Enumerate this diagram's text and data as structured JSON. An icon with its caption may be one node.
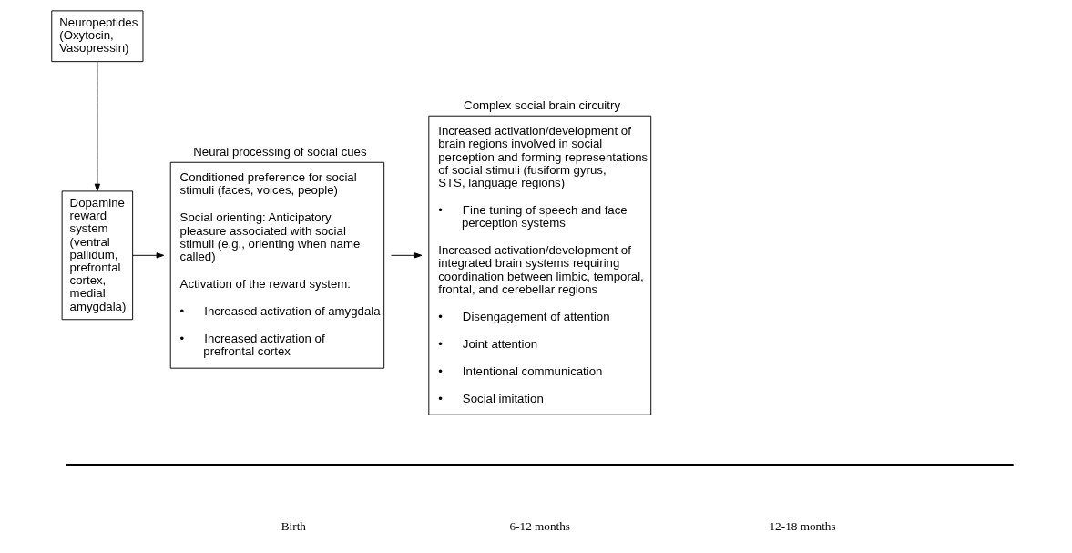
{
  "diagram": {
    "nodes": [
      {
        "text": [
          "Neuropeptides (Oxytocin, Vasopressin)"
        ]
      },
      {
        "text": [
          "Dopamine reward system (ventral pallidum, prefrontal cortex, medial amygdala)"
        ]
      },
      {
        "text": [
          "Neural processing of social cues",
          "Conditioned preference for social stimuli (faces, voices, people)",
          "Social orienting: Anticipatory pleasure associated with social stimuli (e.g., orienting when name called)",
          "Activation of the reward system:",
          "• Increased activation of amygdala",
          "• Increased activation of prefrontal cortex"
        ]
      },
      {
        "text": [
          "Complex social brain circuitry",
          "Increased activation/development of brain regions involved in social perception and forming representations of social stimuli (fusiform gyrus, STS, language regions)",
          "• Fine tuning of speech and face perception systems",
          "Increased activation/development of integrated brain systems requiring coordination between limbic, temporal, frontal, and cerebellar regions",
          "• Disengagement of attention",
          "• Joint attention",
          "• Intentional communication",
          "• Social imitation"
        ]
      }
    ],
    "edges": [
      {
        "from": 0,
        "to": 1,
        "arrow": "to"
      },
      {
        "from": 1,
        "to": 2,
        "arrow": "to"
      },
      {
        "from": 2,
        "to": 3,
        "arrow": "to"
      }
    ],
    "labels": [
      "Birth",
      "6-12 months",
      "12-18 months"
    ]
  }
}
